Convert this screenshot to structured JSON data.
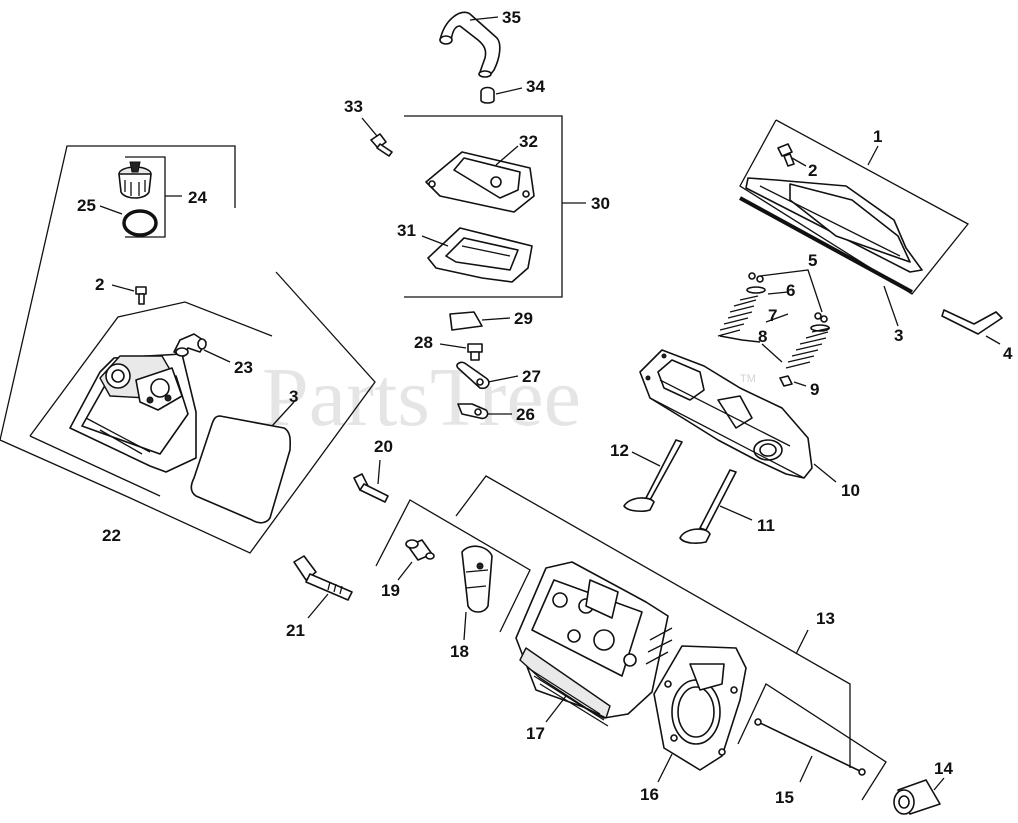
{
  "watermark": {
    "text": "PartsTree",
    "trademark": "TM"
  },
  "callouts": {
    "c1": "1",
    "c2a": "2",
    "c2b": "2",
    "c3a": "3",
    "c3b": "3",
    "c4": "4",
    "c5": "5",
    "c6": "6",
    "c7": "7",
    "c8": "8",
    "c9": "9",
    "c10": "10",
    "c11": "11",
    "c12": "12",
    "c13": "13",
    "c14": "14",
    "c15": "15",
    "c16": "16",
    "c17": "17",
    "c18": "18",
    "c19": "19",
    "c20": "20",
    "c21": "21",
    "c22": "22",
    "c23": "23",
    "c24": "24",
    "c25": "25",
    "c26": "26",
    "c27": "27",
    "c28": "28",
    "c29": "29",
    "c30": "30",
    "c31": "31",
    "c32": "32",
    "c33": "33",
    "c34": "34",
    "c35": "35"
  }
}
